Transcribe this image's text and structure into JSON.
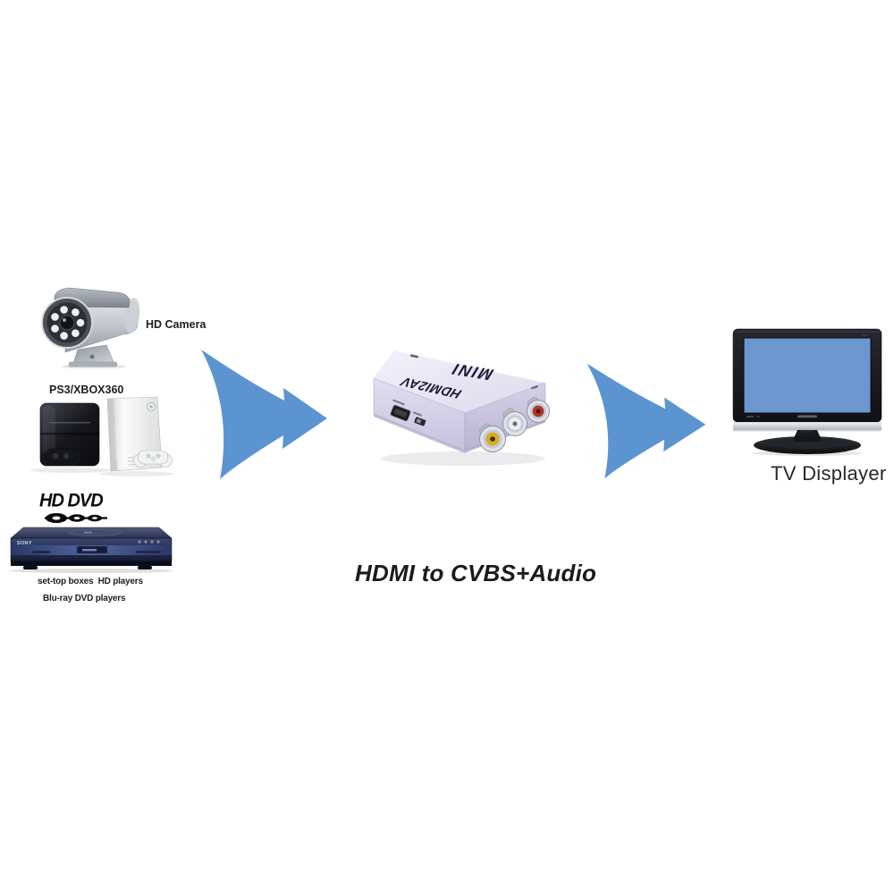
{
  "diagram_title": {
    "text": "HDMI to CVBS+Audio"
  },
  "sources": {
    "camera": {
      "label": "HD Camera"
    },
    "consoles": {
      "label": "PS3/XBOX360"
    },
    "hd_dvd": {
      "logo_text": "HD DVD"
    },
    "dvd_player": {
      "brand": "SONY"
    },
    "caption_line1": "set-top boxes  HD players",
    "caption_line2": "Blu-ray DVD players"
  },
  "converter": {
    "top_label_1": "MINI",
    "top_label_2": "HDMI2AV",
    "ports": {
      "video_rca": "yellow",
      "audio_left_rca": "white",
      "audio_right_rca": "red"
    }
  },
  "tv": {
    "label": "TV Displayer"
  },
  "colors": {
    "arrow_blue": "#5b94d1",
    "tv_screen_blue": "#6c96ce",
    "converter_body": "#e7e4f2",
    "hd_dvd_black": "#0b0b0b",
    "text_black": "#1d1d1d"
  }
}
